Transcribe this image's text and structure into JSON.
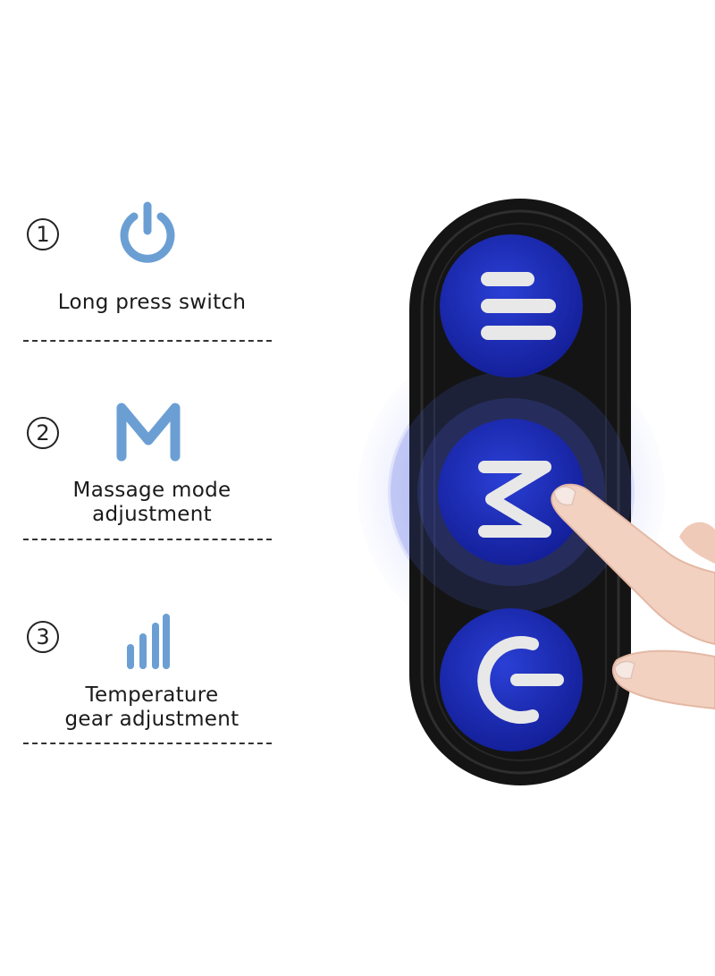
{
  "items": [
    {
      "number": "1",
      "icon": "power-icon",
      "caption_lines": [
        "Long press switch"
      ]
    },
    {
      "number": "2",
      "icon": "m-letter-icon",
      "caption_lines": [
        "Massage mode",
        "adjustment"
      ]
    },
    {
      "number": "3",
      "icon": "signal-bars-icon",
      "caption_lines": [
        "Temperature",
        "gear adjustment"
      ]
    }
  ],
  "remote": {
    "buttons": [
      {
        "icon": "three-lines-icon"
      },
      {
        "icon": "m-zigzag-icon"
      },
      {
        "icon": "power-icon"
      }
    ],
    "colors": {
      "body": "#1a1a1a",
      "button_blue": "#1d2fb0",
      "glow": "#5b6ee8",
      "icon_silver": "#e8e8e8",
      "legend_icon_blue": "#6b9fd4"
    }
  }
}
